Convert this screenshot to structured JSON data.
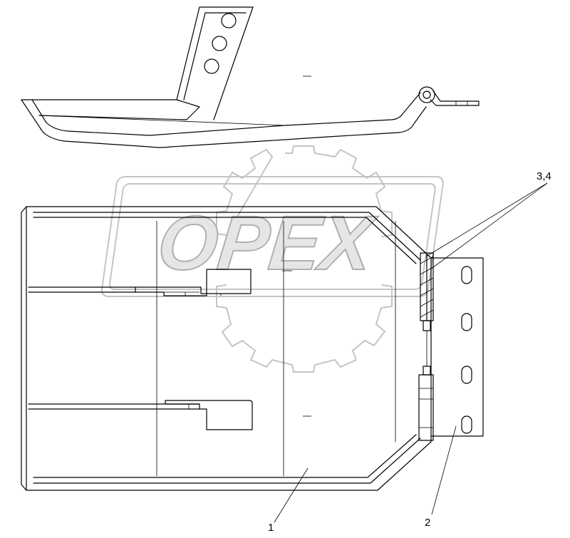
{
  "watermark": {
    "text": "OPEX",
    "color": "#c4c4c4"
  },
  "callouts": [
    {
      "id": "1",
      "label": "1"
    },
    {
      "id": "2",
      "label": "2"
    },
    {
      "id": "3",
      "label": "3,4"
    }
  ],
  "line_color": "#000000",
  "background": "#ffffff"
}
